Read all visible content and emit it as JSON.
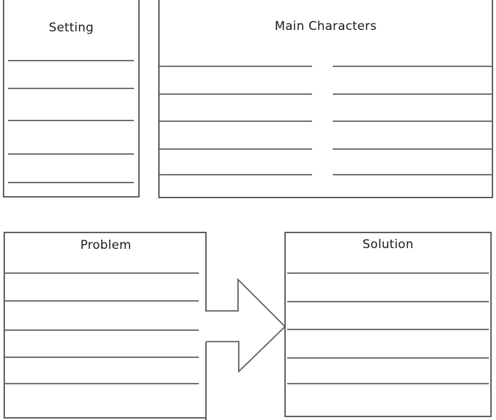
{
  "sections": {
    "setting": {
      "title": "Setting",
      "line_count": 5
    },
    "main_characters": {
      "title": "Main Characters",
      "line_count": 10,
      "columns": 2
    },
    "problem": {
      "title": "Problem",
      "line_count": 5
    },
    "solution": {
      "title": "Solution",
      "line_count": 5
    }
  },
  "arrow": {
    "direction": "right",
    "from": "Problem",
    "to": "Solution"
  },
  "colors": {
    "background": "#ffffff",
    "box_border": "#5e5e5e",
    "writing_line": "#717171",
    "title_text": "#1b1b1b"
  }
}
